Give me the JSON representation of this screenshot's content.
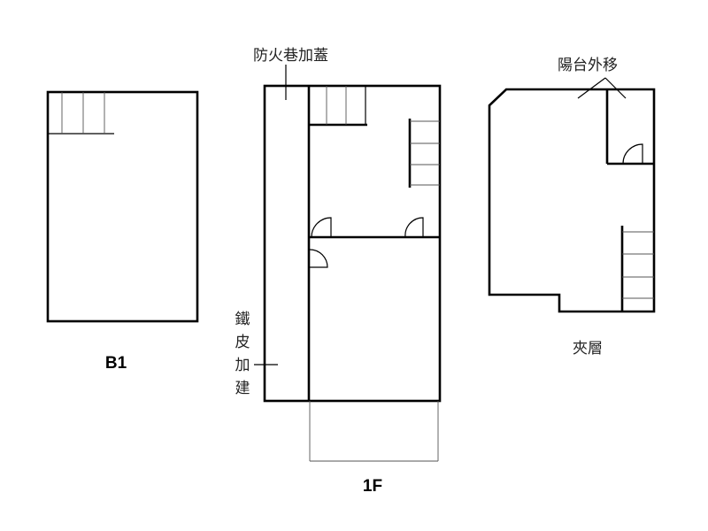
{
  "floors": {
    "b1": {
      "label": "B1"
    },
    "f1": {
      "label": "1F"
    },
    "mezzanine": {
      "label": "夾層"
    }
  },
  "annotations": {
    "fire_lane": "防火巷加蓋",
    "balcony": "陽台外移",
    "iron_sheet": [
      "鐵",
      "皮",
      "加",
      "建"
    ]
  },
  "colors": {
    "line": "#000000",
    "text": "#222222",
    "background": "#ffffff"
  }
}
